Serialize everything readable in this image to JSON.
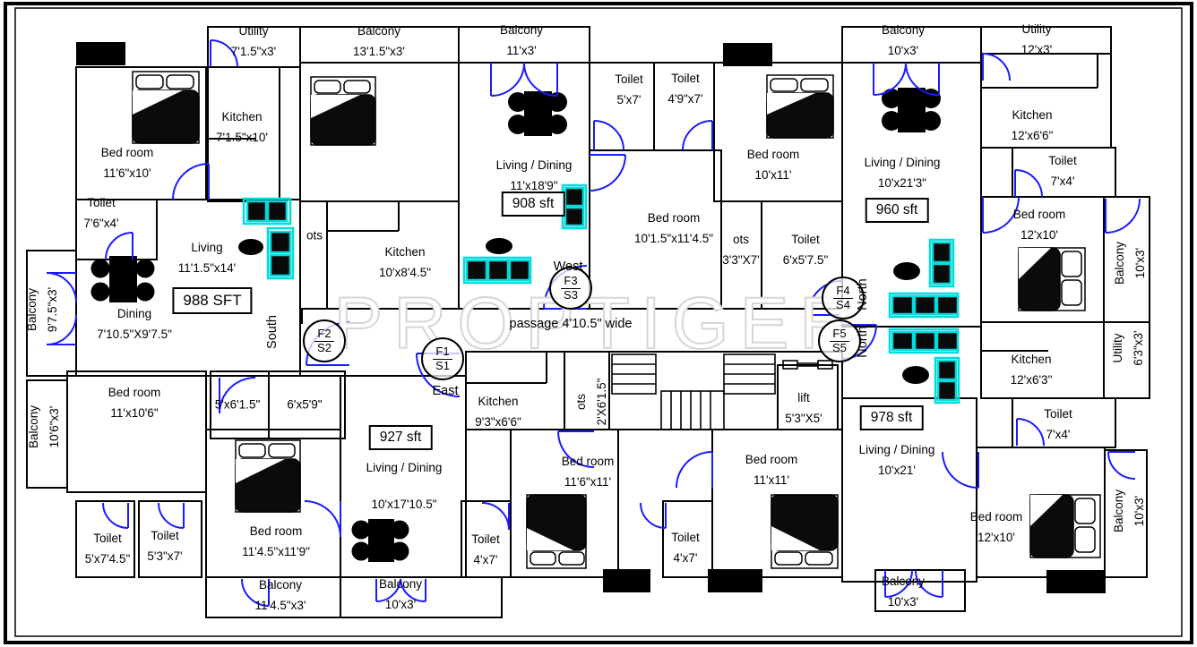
{
  "watermark": "PROPTIGER",
  "passage": {
    "label": "passage 4'10.5\" wide"
  },
  "colors": {
    "wall": "#000000",
    "door": "#1a1aff",
    "sofa_outline": "#00dcdc",
    "watermark_gray": "#d6d6d6"
  },
  "areas": [
    "988 SFT",
    "908 sft",
    "960 sft",
    "927 sft",
    "978 sft"
  ],
  "stamps": [
    {
      "f": "F1",
      "s": "S1",
      "direction": "East"
    },
    {
      "f": "F2",
      "s": "S2",
      "direction": "South"
    },
    {
      "f": "F3",
      "s": "S3",
      "direction": "West"
    },
    {
      "f": "F4",
      "s": "S4",
      "direction": "North"
    },
    {
      "f": "F5",
      "s": "S5",
      "direction": "North"
    }
  ],
  "rooms": [
    {
      "name": "Utility",
      "dims": "7'1.5\"x3'"
    },
    {
      "name": "Balcony",
      "dims": "13'1.5\"x3'"
    },
    {
      "name": "Bed room",
      "dims": "11'6\"x10'"
    },
    {
      "name": "Kitchen",
      "dims": "7'1.5\"x10'"
    },
    {
      "name": "Toilet",
      "dims": "7'6\"x4'"
    },
    {
      "name": "Balcony",
      "dims": "9'7.5\"x3'"
    },
    {
      "name": "Living",
      "dims": "11'1.5\"x14'"
    },
    {
      "name": "Dining",
      "dims": "7'10.5\"X9'7.5\""
    },
    {
      "name": "ots",
      "dims": ""
    },
    {
      "name": "Kitchen",
      "dims": "10'x8'4.5\""
    },
    {
      "name": "Balcony",
      "dims": "11'x3'"
    },
    {
      "name": "Living / Dining",
      "dims": "11'x18'9\""
    },
    {
      "name": "Toilet",
      "dims": "5'x7'"
    },
    {
      "name": "Toilet",
      "dims": "4'9\"x7'"
    },
    {
      "name": "Bed room",
      "dims": "10'1.5\"x11'4.5\""
    },
    {
      "name": "ots",
      "dims": "3'3\"X7'"
    },
    {
      "name": "Toilet",
      "dims": "6'x5'7.5\""
    },
    {
      "name": "Bed room",
      "dims": "10'x11'"
    },
    {
      "name": "Balcony",
      "dims": "10'x3'"
    },
    {
      "name": "Utility",
      "dims": "12'x3'"
    },
    {
      "name": "Kitchen",
      "dims": "12'x6'6\""
    },
    {
      "name": "Toilet",
      "dims": "7'x4'"
    },
    {
      "name": "Living / Dining",
      "dims": "10'x21'3\""
    },
    {
      "name": "Bed room",
      "dims": "12'x10'"
    },
    {
      "name": "Balcony",
      "dims": "10'x3'"
    },
    {
      "name": "Utility",
      "dims": "6'3\"x3'"
    },
    {
      "name": "Kitchen",
      "dims": "12'x6'3\""
    },
    {
      "name": "Toilet",
      "dims": "7'x4'"
    },
    {
      "name": "Living / Dining",
      "dims": "10'x21'"
    },
    {
      "name": "Bed room",
      "dims": "12'x10'"
    },
    {
      "name": "Balcony",
      "dims": "10'x3'"
    },
    {
      "name": "Balcony",
      "dims": "10'x3'"
    },
    {
      "name": "lift",
      "dims": "5'3\"X5'"
    },
    {
      "name": "ots",
      "dims": "2'X6'1.5\""
    },
    {
      "name": "Kitchen",
      "dims": "9'3\"x6'6\""
    },
    {
      "name": "Living / Dining",
      "dims": "10'x17'10.5\""
    },
    {
      "name": "Bed room",
      "dims": "11'6\"x11'"
    },
    {
      "name": "Toilet",
      "dims": "4'x7'"
    },
    {
      "name": "Toilet",
      "dims": "4'x7'"
    },
    {
      "name": "Bed room",
      "dims": "11'x11'"
    },
    {
      "name": "",
      "dims": "5'x6'1.5\""
    },
    {
      "name": "",
      "dims": "6'x5'9\""
    },
    {
      "name": "Bed room",
      "dims": "11'x10'6\""
    },
    {
      "name": "Balcony",
      "dims": "10'6\"x3'"
    },
    {
      "name": "Toilet",
      "dims": "5'x7'4.5\""
    },
    {
      "name": "Toilet",
      "dims": "5'3\"x7'"
    },
    {
      "name": "Bed room",
      "dims": "11'4.5\"x11'9\""
    },
    {
      "name": "Balcony",
      "dims": "11'4.5\"x3'"
    },
    {
      "name": "Balcony",
      "dims": "10'x3'"
    }
  ]
}
